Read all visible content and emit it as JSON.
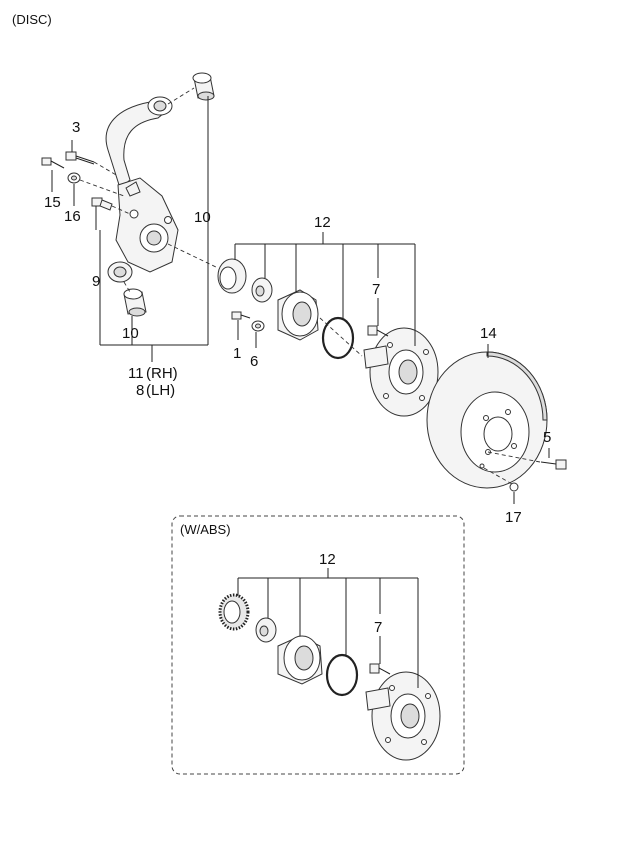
{
  "header": {
    "title": "(DISC)"
  },
  "inset": {
    "title": "(W/ABS)"
  },
  "labels": {
    "p1": "1",
    "p3": "3",
    "p5": "5",
    "p6": "6",
    "p7": "7",
    "p7b": "7",
    "p9": "9",
    "p10a": "10",
    "p10b": "10",
    "p11": "11",
    "p11_side": "(RH)",
    "p8": "8",
    "p8_side": "(LH)",
    "p12": "12",
    "p12b": "12",
    "p14": "14",
    "p15": "15",
    "p16": "16",
    "p17": "17"
  },
  "colors": {
    "line": "#222222",
    "part_fill": "#f4f4f4",
    "part_shade": "#dcdcdc"
  }
}
